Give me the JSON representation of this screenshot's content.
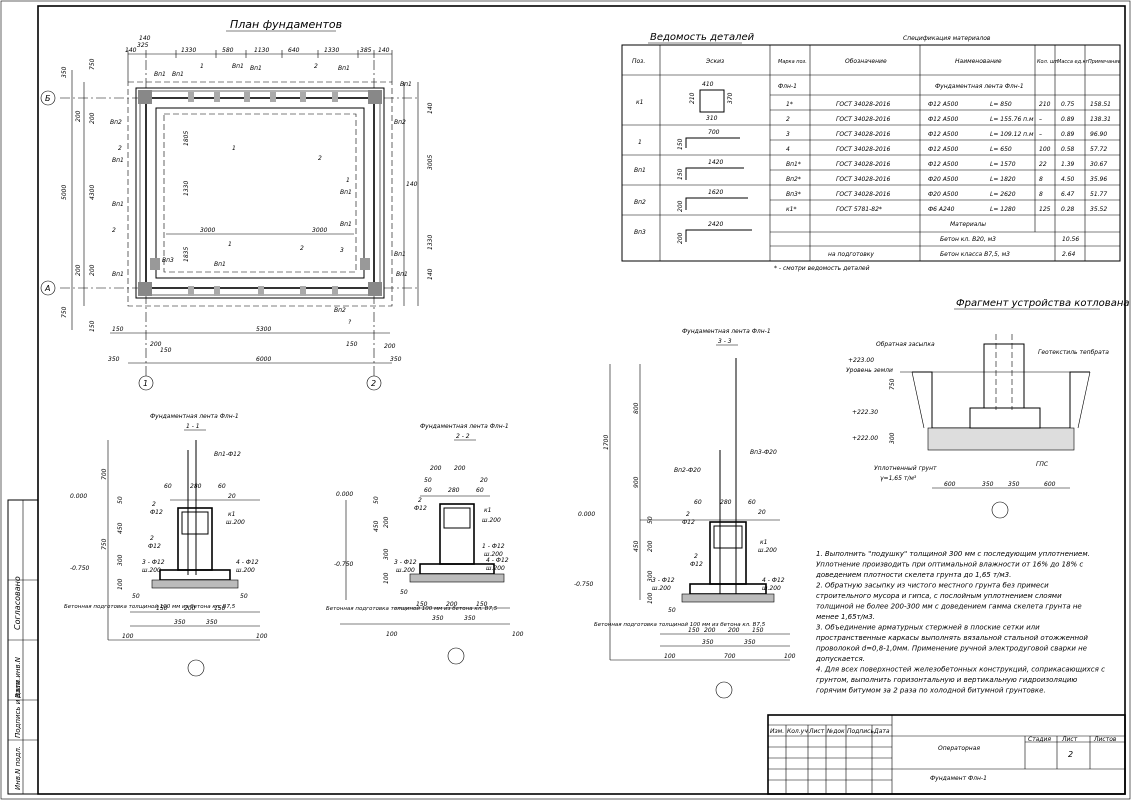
{
  "titles": {
    "plan": "План фундаментов",
    "vedomost": "Ведомость деталей",
    "spec": "Спецификация материалов",
    "fragment": "Фрагмент устройства котлована",
    "sec1": "Фундаментная лента Флн-1",
    "sec1_cut": "1 - 1",
    "sec2": "Фундаментная лента Флн-1",
    "sec2_cut": "2 - 2",
    "sec3": "Фундаментная лента Флн-1",
    "sec3_cut": "3 - 3"
  },
  "side": {
    "soglas": "Согласовано",
    "inv": "Инв.N подл.",
    "podp": "Подпись и дата",
    "vzam": "Взам.инв.N"
  },
  "plan": {
    "axes": {
      "b": "Б",
      "a": "А",
      "one": "1",
      "two": "2"
    },
    "top_dims": [
      "140",
      "325",
      "1330",
      "580",
      "1130",
      "640",
      "1330",
      "385",
      "140"
    ],
    "top_dim_140": "140",
    "top_left_140": "140",
    "bottom": {
      "d150": "150",
      "d5300": "5300",
      "d6000": "6000",
      "d350": "350",
      "d200": "200",
      "d150b": "150",
      "d350r": "350",
      "d200r": "200",
      "d150r": "150"
    },
    "left": {
      "d350": "350",
      "d750": "750",
      "d200a": "200",
      "d200b": "200",
      "d5000": "5000",
      "d4300": "4300",
      "d200c": "200",
      "d200d": "200",
      "d750b": "750",
      "d150": "150"
    },
    "right": {
      "d140a": "140",
      "d3005": "3005",
      "d1330": "1330",
      "d140b": "140",
      "d140c": "140",
      "d1805": "1805",
      "d1330b": "1330",
      "d1835": "1835"
    },
    "inner": {
      "d3000a": "3000",
      "d3000b": "3000"
    },
    "labels": {
      "vp1": "Вп1",
      "vp2": "Вп2",
      "vp3": "Вп3",
      "n1": "1",
      "n2": "2",
      "n3": "3",
      "q": "?"
    }
  },
  "vedomost": {
    "headers": {
      "poz": "Поз.",
      "eskiz": "Эскиз",
      "marka": "Марка поз.",
      "oboz": "Обозначение",
      "naim": "Наименование",
      "kol": "Кол. шт.",
      "massa": "Масса ед.кг",
      "prim": "Примечание"
    },
    "sketch_labels": {
      "k1": "к1",
      "one": "1",
      "vp1": "Вп1",
      "vp2": "Вп2",
      "vp3": "Вп3"
    },
    "sketch_dims": {
      "k1a": "410",
      "k1b": "210",
      "k1c": "370",
      "k1d": "310",
      "s1a": "700",
      "s1b": "150",
      "vp1a": "1420",
      "vp1b": "150",
      "vp2a": "1620",
      "vp2b": "200",
      "vp3a": "2420",
      "vp3b": "200"
    },
    "group_row": {
      "marka": "Флн-1",
      "naim": "Фундаментная лента Флн-1"
    },
    "rows": [
      {
        "marka": "1*",
        "oboz": "ГОСТ 34028-2016",
        "naim": "Ф12 А500",
        "len": "L= 850",
        "kol": "210",
        "massa": "0.75",
        "prim": "158.51"
      },
      {
        "marka": "2",
        "oboz": "ГОСТ 34028-2016",
        "naim": "Ф12 А500",
        "len": "L= 155.76 п.м",
        "kol": "–",
        "massa": "0.89",
        "prim": "138.31"
      },
      {
        "marka": "3",
        "oboz": "ГОСТ 34028-2016",
        "naim": "Ф12 А500",
        "len": "L= 109.12 п.м",
        "kol": "–",
        "massa": "0.89",
        "prim": "96.90"
      },
      {
        "marka": "4",
        "oboz": "ГОСТ 34028-2016",
        "naim": "Ф12 А500",
        "len": "L= 650",
        "kol": "100",
        "massa": "0.58",
        "prim": "57.72"
      },
      {
        "marka": "Вп1*",
        "oboz": "ГОСТ 34028-2016",
        "naim": "Ф12 А500",
        "len": "L= 1570",
        "kol": "22",
        "massa": "1.39",
        "prim": "30.67"
      },
      {
        "marka": "Вп2*",
        "oboz": "ГОСТ 34028-2016",
        "naim": "Ф20 А500",
        "len": "L= 1820",
        "kol": "8",
        "massa": "4.50",
        "prim": "35.96"
      },
      {
        "marka": "Вп3*",
        "oboz": "ГОСТ 34028-2016",
        "naim": "Ф20 А500",
        "len": "L= 2620",
        "kol": "8",
        "massa": "6.47",
        "prim": "51.77"
      },
      {
        "marka": "к1*",
        "oboz": "ГОСТ 5781-82*",
        "naim": "Ф6 А240",
        "len": "L= 1280",
        "kol": "125",
        "massa": "0.28",
        "prim": "35.52"
      }
    ],
    "materials": "Материалы",
    "beton1": "Бетон кл. В20, м3",
    "beton1_val": "10.56",
    "podg": "на подготовку",
    "beton2": "Бетон класса В7,5, м3",
    "beton2_val": "2.64",
    "footnote": "* - смотри ведомость деталей"
  },
  "fragment": {
    "obr": "Обратная засыпка",
    "geo": "Геотекстиль тепбрата",
    "lvl1": "+223.00",
    "lvl1b": "Уровень земли",
    "lvl2": "+222.30",
    "lvl3": "+222.00",
    "grunt": "Уплотненный грунт",
    "gamma": "γ=1,65 т/м³",
    "gpk": "ГПС",
    "d750": "750",
    "d300": "300",
    "d600a": "600",
    "d350a": "350",
    "d350b": "350",
    "d600b": "600"
  },
  "sec1": {
    "lvl0": "0.000",
    "lvl1": "-0.750",
    "d700": "700",
    "d750": "750",
    "d50": "50",
    "d450": "450",
    "d300": "300",
    "d100": "100",
    "d60": "60",
    "d280": "280",
    "d60b": "60",
    "d20": "20",
    "vp": "Вп1-Ф12",
    "lab2a": "2",
    "labf12a": "Ф12",
    "labk1": "к1",
    "labw": "ш.200",
    "lab2b": "2",
    "labf12b": "Ф12",
    "lab3": "3 - Ф12",
    "labw3": "ш.200",
    "lab4": "4 - Ф12",
    "labw4": "ш.200",
    "note": "Бетонная подготовка толщиной 100 мм из бетона кл. В7,5",
    "bot": [
      "150",
      "200",
      "150",
      "350",
      "350",
      "100",
      "100",
      "50",
      "50"
    ]
  },
  "sec2": {
    "lvl0": "0.000",
    "lvl1": "-0.750",
    "d200a": "200",
    "d200b": "200",
    "d50": "50",
    "d60": "60",
    "d280": "280",
    "d60b": "60",
    "d20": "20",
    "d450": "450",
    "d200c": "200",
    "d300": "300",
    "d100": "100",
    "d50b": "50",
    "lab2": "2",
    "labf12": "Ф12",
    "labk1": "к1",
    "labw": "ш.200",
    "lab1": "1 - Ф12",
    "labw1": "ш.200",
    "lab3": "3 - Ф12",
    "labw3": "ш.200",
    "lab4": "4 - Ф12",
    "labw4": "ш.200",
    "note": "Бетонная подготовка толщиной 100 мм из бетона кл. В7,5",
    "bot": [
      "150",
      "200",
      "150",
      "350",
      "350",
      "100",
      "100",
      "50"
    ]
  },
  "sec3": {
    "lvl0": "0.000",
    "lvl1": "-0.750",
    "d800": "800",
    "d1700": "1700",
    "d900": "900",
    "d50": "50",
    "d450": "450",
    "d200": "200",
    "d300": "300",
    "d100": "100",
    "d60": "60",
    "d280": "280",
    "d60b": "60",
    "d20": "20",
    "vp2": "Вп2-Ф20",
    "vp3": "Вп3-Ф20",
    "lab2a": "2",
    "labf12a": "Ф12",
    "labk1": "к1",
    "labw": "ш.200",
    "lab2b": "2",
    "labf12b": "Ф12",
    "lab3": "3 - Ф12",
    "labw3": "ш.200",
    "lab4": "4 - Ф12",
    "labw4": "ш.200",
    "note": "Бетонная подготовка толщиной 100 мм из бетона кл. В7,5",
    "bot": [
      "150",
      "200",
      "200",
      "150",
      "350",
      "700",
      "350",
      "100",
      "100",
      "50"
    ]
  },
  "notes": [
    "1.  Выполнить \"подушку\" толщиной 300 мм с последующим уплотнением.",
    "     Уплотнение производить при оптимальной влажности от 16% до 18% с",
    "     доведением плотности скелета грунта до 1,65 т/м3.",
    "2.  Обратную засыпку из чистого местного грунта без примеси",
    "     строительного мусора и гипса, с послойным уплотнением слоями",
    "     толщиной не более 200-300 мм с доведением гамма скелета грунта не",
    "     менее 1,65т/м3.",
    "3.  Объединение арматурных стержней в плоские сетки или",
    "     пространственные  каркасы выполнять вязальной  стальной отожженной",
    "     проволокой d=0,8-1,0мм. Применение ручной электродуговой сварки не",
    "     допускается.",
    "4.  Для всех поверхностей железобетонных конструкций, соприкасающихся с",
    "     грунтом, выполнить горизонтальную и вертикальную гидроизоляцию",
    "     горячим битумом за 2 раза по холодной битумной грунтовке."
  ],
  "stamp": {
    "izm": "Изм.",
    "kol": "Кол.уч",
    "list": "Лист",
    "ndok": "№док",
    "podp": "Подпись",
    "data": "Дата",
    "stadiya": "Стадия",
    "list2": "Лист",
    "listov": "Листов",
    "list_val": "2",
    "name": "Операторная",
    "sheet": "Фундамент Флн-1"
  }
}
